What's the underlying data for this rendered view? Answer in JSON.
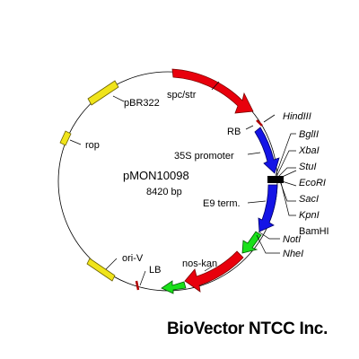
{
  "plasmid": {
    "name": "pMON10098",
    "size": "8420 bp"
  },
  "features": {
    "spc_str": "spc/str",
    "pbr322": "pBR322",
    "rop": "rop",
    "ori_v": "ori-V",
    "lb": "LB",
    "nos_kan": "nos-kan",
    "rb": "RB",
    "promoter_35s": "35S promoter",
    "e9_term": "E9 term."
  },
  "sites": {
    "hindiii": "HindIII",
    "bglii": "BglII",
    "xbai": "XbaI",
    "stui": "StuI",
    "ecori": "EcoRI",
    "saci": "SacI",
    "kpni": "KpnI",
    "bamhi": "BamHI",
    "noti": "NotI",
    "nhei": "NheI"
  },
  "colors": {
    "spc_str": "#e8000c",
    "nos_kan": "#e8000c",
    "promoter": "#1414e6",
    "terminator": "#1414e6",
    "origin": "#f0e41a",
    "green": "#19e01a",
    "mcs": "#000000"
  },
  "footer": {
    "brand": "BioVector NTCC Inc."
  }
}
